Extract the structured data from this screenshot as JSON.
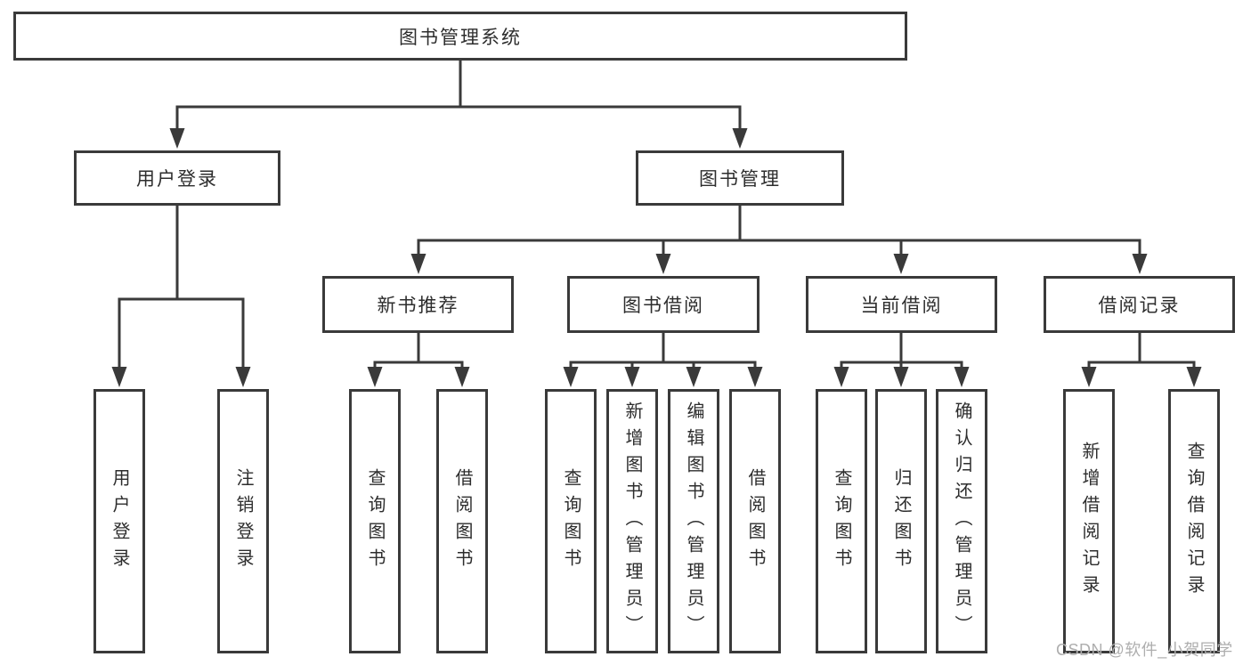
{
  "watermark": "CSDN @软件_小贺同学",
  "line_color": "#3a3a3a",
  "tree": {
    "label": "图书管理系统",
    "children": [
      {
        "label": "用户登录",
        "children": [
          {
            "label": "用户登录"
          },
          {
            "label": "注销登录"
          }
        ]
      },
      {
        "label": "图书管理",
        "children": [
          {
            "label": "新书推荐",
            "children": [
              {
                "label": "查询图书"
              },
              {
                "label": "借阅图书"
              }
            ]
          },
          {
            "label": "图书借阅",
            "children": [
              {
                "label": "查询图书"
              },
              {
                "label": "新增图书（管理员）"
              },
              {
                "label": "编辑图书（管理员）"
              },
              {
                "label": "借阅图书"
              }
            ]
          },
          {
            "label": "当前借阅",
            "children": [
              {
                "label": "查询图书"
              },
              {
                "label": "归还图书"
              },
              {
                "label": "确认归还（管理员）"
              }
            ]
          },
          {
            "label": "借阅记录",
            "children": [
              {
                "label": "新增借阅记录"
              },
              {
                "label": "查询借阅记录"
              }
            ]
          }
        ]
      }
    ]
  }
}
